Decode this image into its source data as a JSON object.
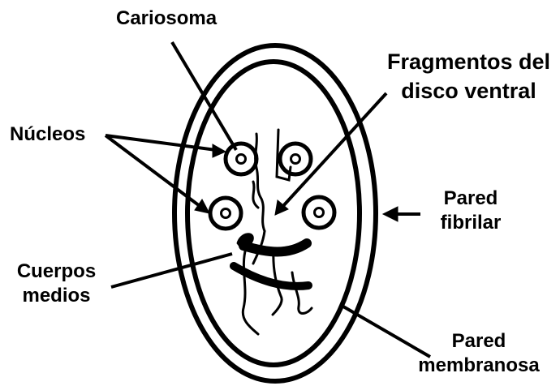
{
  "labels": {
    "cariosoma": "Cariosoma",
    "fragmentos_line1": "Fragmentos del",
    "fragmentos_line2": "disco ventral",
    "nucleos": "Núcleos",
    "pared_fibrilar_line1": "Pared",
    "pared_fibrilar_line2": "fibrilar",
    "cuerpos_line1": "Cuerpos",
    "cuerpos_line2": "medios",
    "pared_membranosa_line1": "Pared",
    "pared_membranosa_line2": "membranosa"
  },
  "colors": {
    "ink": "#000000",
    "background": "#ffffff"
  }
}
